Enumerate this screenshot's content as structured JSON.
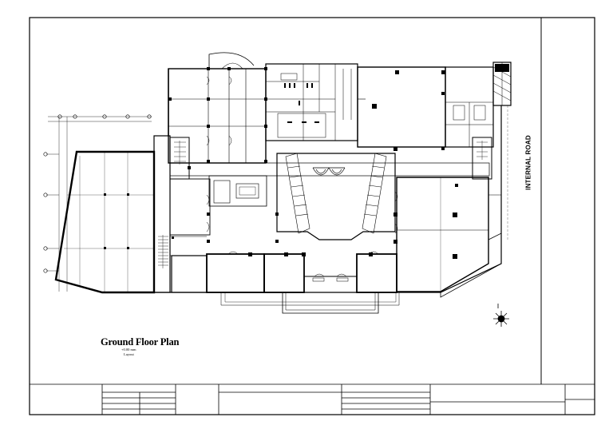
{
  "drawing": {
    "title": "Ground Floor Plan",
    "scale_note": "+0.00 mm",
    "note": "Layout"
  },
  "road": {
    "label": "INTERNAL ROAD"
  },
  "colors": {
    "line": "#000000",
    "background": "#ffffff"
  },
  "icons": {
    "north_arrow": "compass-rose-icon"
  }
}
